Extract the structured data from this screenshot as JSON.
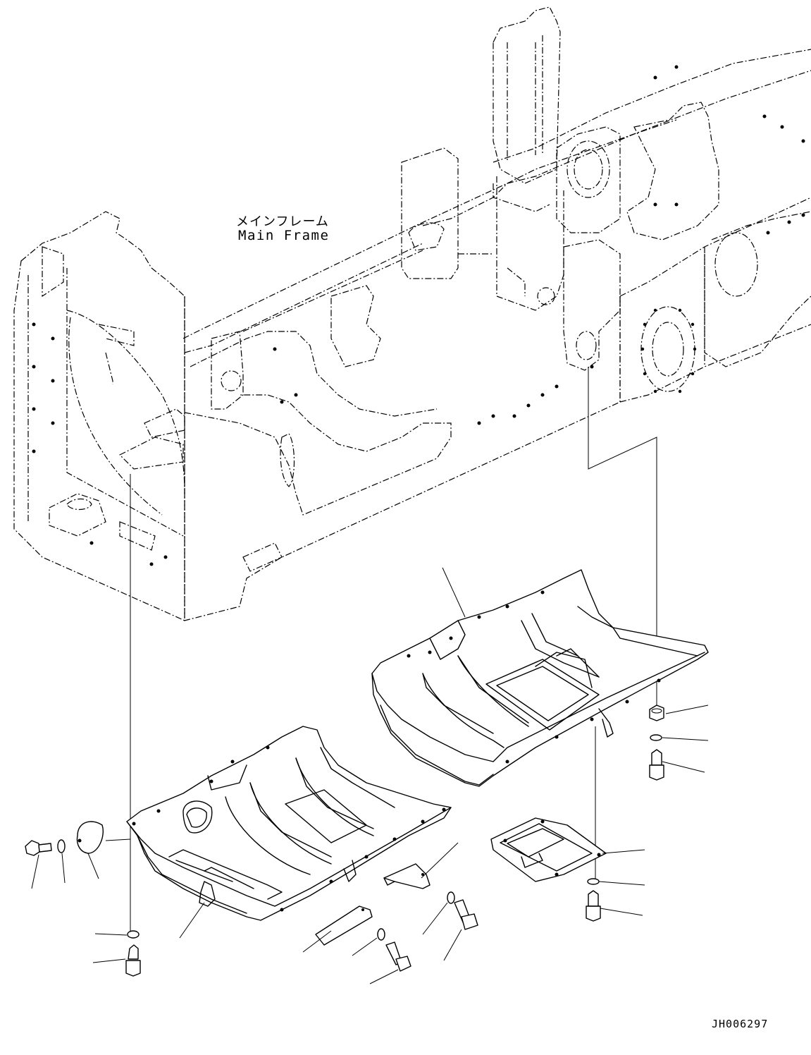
{
  "labels": {
    "main_frame_jp": "メインフレーム",
    "main_frame_en": "Main Frame",
    "drawing_id": "JH006297"
  },
  "colors": {
    "line": "#000000",
    "background": "#ffffff"
  }
}
